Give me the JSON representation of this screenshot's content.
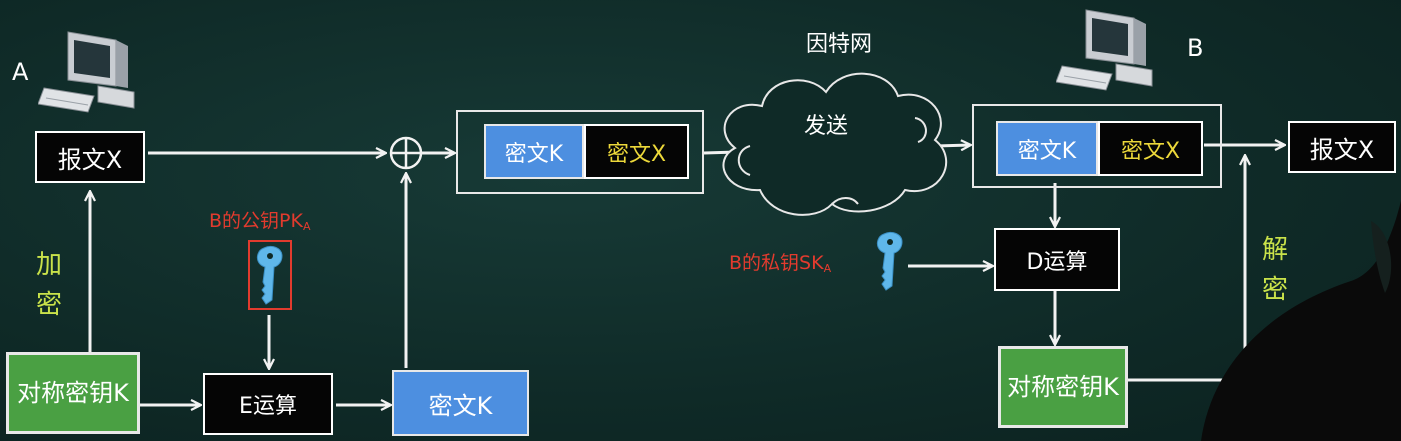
{
  "party_a": {
    "label": "A"
  },
  "party_b": {
    "label": "B"
  },
  "internet": {
    "label": "因特网",
    "send_label": "发送"
  },
  "sender": {
    "message": "报文X",
    "encrypt_label_chars": [
      "加",
      "密"
    ],
    "symmetric_key": "对称密钥K",
    "public_key_label": "B的公钥PK",
    "public_key_sub": "A",
    "e_operation": "E运算",
    "cipher_k": "密文K",
    "packet": {
      "cipher_k": "密文K",
      "cipher_x": "密文X"
    }
  },
  "receiver": {
    "packet": {
      "cipher_k": "密文K",
      "cipher_x": "密文X"
    },
    "private_key_label": "B的私钥SK",
    "private_key_sub": "A",
    "d_operation": "D运算",
    "symmetric_key": "对称密钥K",
    "decrypt_label_chars": [
      "解",
      "密"
    ],
    "message": "报文X"
  },
  "colors": {
    "background": "#0f2a27",
    "green_box": "#4aa043",
    "blue_box": "#4d8fe0",
    "cipher_x_text": "#ecd83a",
    "key_label": "#e23b2e",
    "key_icon": "#5fb7ea",
    "side_label": "#c9e24a"
  },
  "icons": [
    "computer-icon",
    "key-icon",
    "xor-operator-icon",
    "cloud-icon"
  ]
}
